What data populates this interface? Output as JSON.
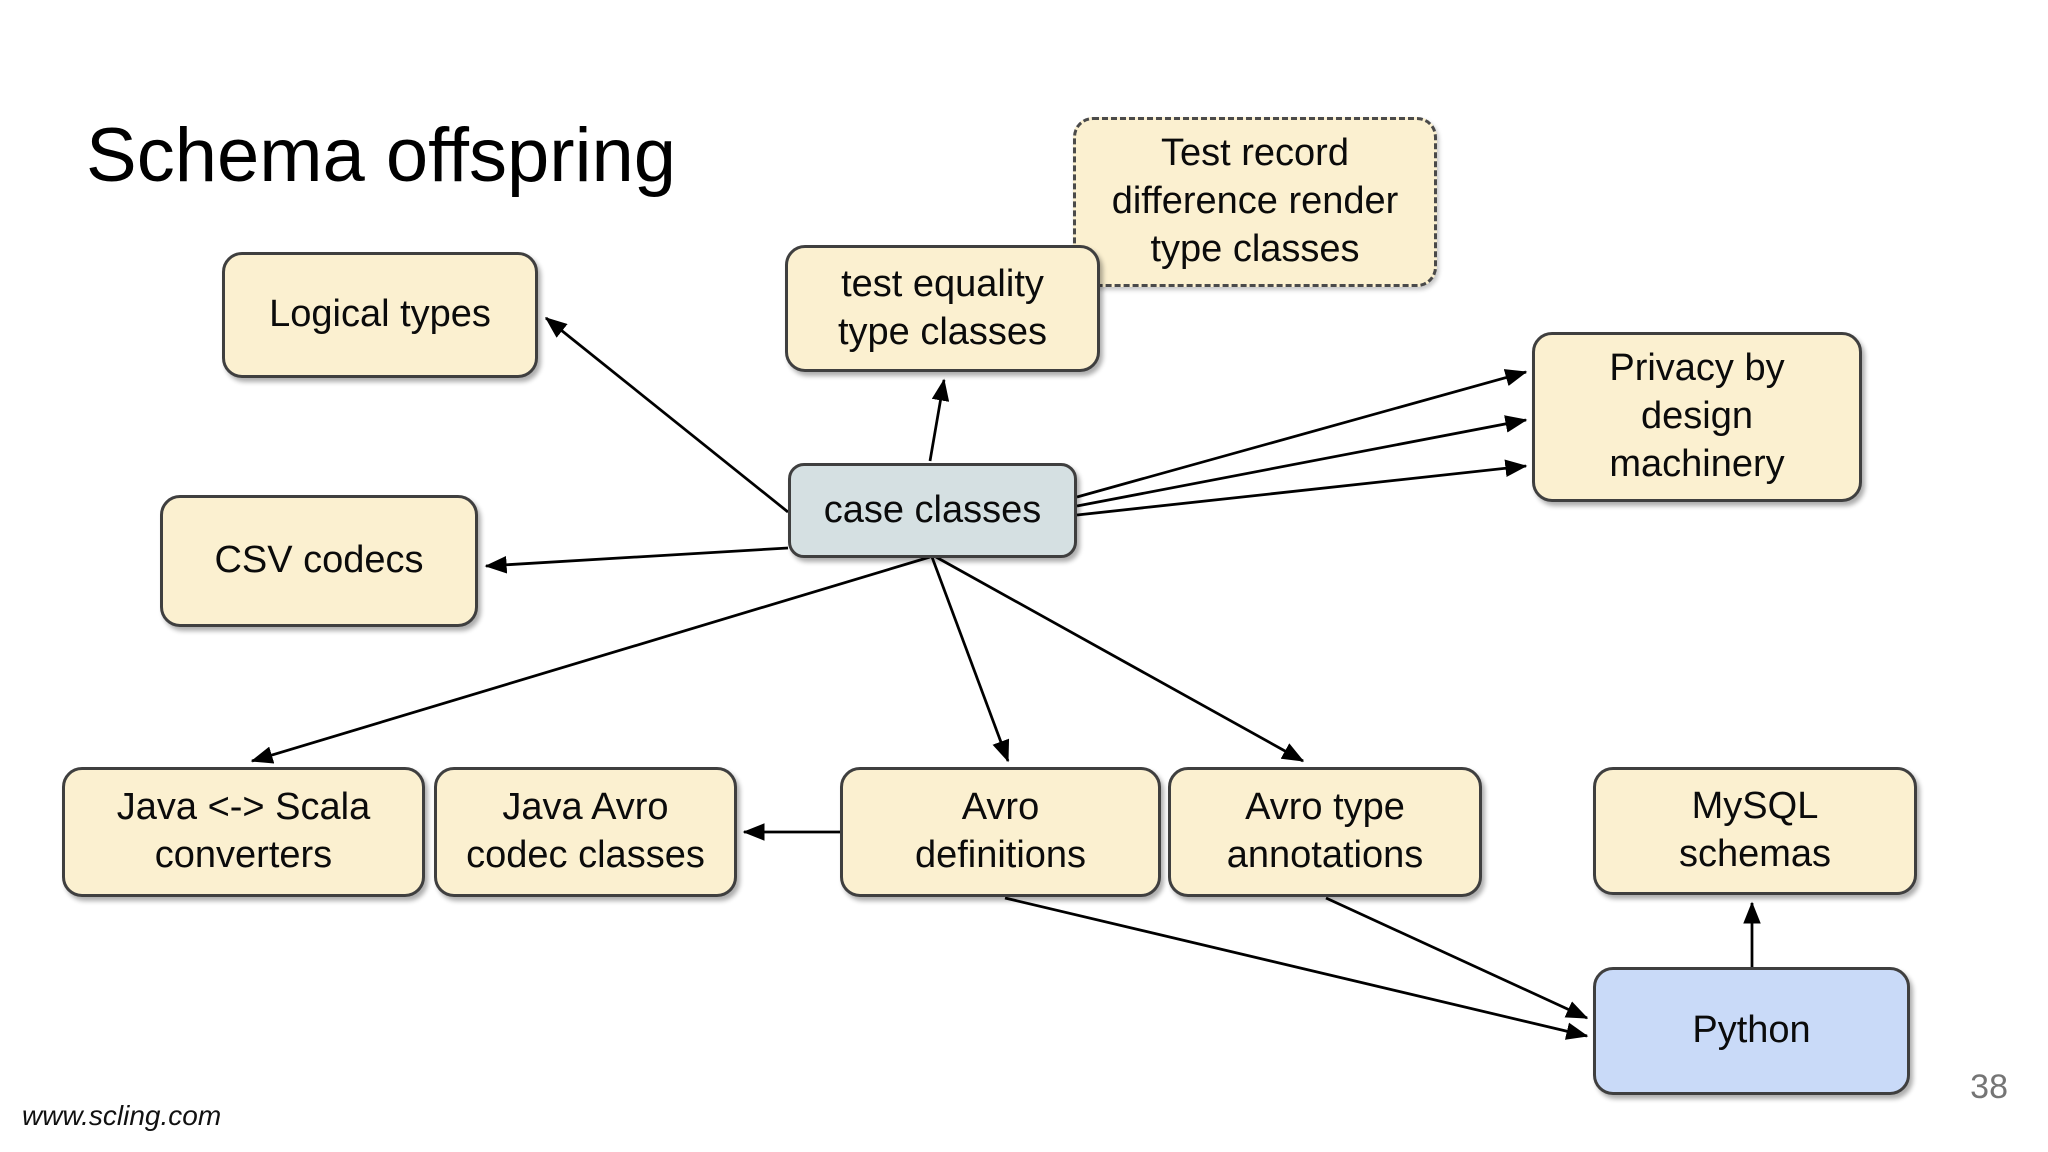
{
  "slide": {
    "title": "Schema offspring",
    "footer": "www.scling.com",
    "page_number": "38"
  },
  "colors": {
    "background": "#ffffff",
    "node_fill_beige": "#fbf0d0",
    "node_fill_case": "#d5e0e2",
    "node_fill_python": "#c9daf8",
    "node_border": "#3f3f3f",
    "edge_stroke": "#000000",
    "page_number_gray": "#757575"
  },
  "nodes": {
    "logical_types": {
      "label": "Logical types"
    },
    "test_record": {
      "label": "Test record\ndifference render\ntype classes"
    },
    "test_equality": {
      "label": "test equality\ntype classes"
    },
    "privacy_by_design": {
      "label": "Privacy by\ndesign\nmachinery"
    },
    "case_classes": {
      "label": "case classes"
    },
    "csv_codecs": {
      "label": "CSV codecs"
    },
    "java_scala_converters": {
      "label": "Java <-> Scala\nconverters"
    },
    "java_avro_codec": {
      "label": "Java Avro\ncodec classes"
    },
    "avro_definitions": {
      "label": "Avro\ndefinitions"
    },
    "avro_type_annotations": {
      "label": "Avro type\nannotations"
    },
    "mysql_schemas": {
      "label": "MySQL\nschemas"
    },
    "python": {
      "label": "Python"
    }
  },
  "edges": [
    {
      "from": "case_classes",
      "to": "test_equality"
    },
    {
      "from": "case_classes",
      "to": "logical_types"
    },
    {
      "from": "case_classes",
      "to": "csv_codecs"
    },
    {
      "from": "case_classes",
      "to": "privacy_by_design"
    },
    {
      "from": "case_classes",
      "to": "privacy_by_design"
    },
    {
      "from": "case_classes",
      "to": "privacy_by_design"
    },
    {
      "from": "case_classes",
      "to": "java_scala_converters"
    },
    {
      "from": "case_classes",
      "to": "avro_definitions"
    },
    {
      "from": "case_classes",
      "to": "avro_type_annotations"
    },
    {
      "from": "avro_definitions",
      "to": "java_avro_codec"
    },
    {
      "from": "avro_definitions",
      "to": "python"
    },
    {
      "from": "avro_type_annotations",
      "to": "python"
    },
    {
      "from": "python",
      "to": "mysql_schemas"
    }
  ]
}
